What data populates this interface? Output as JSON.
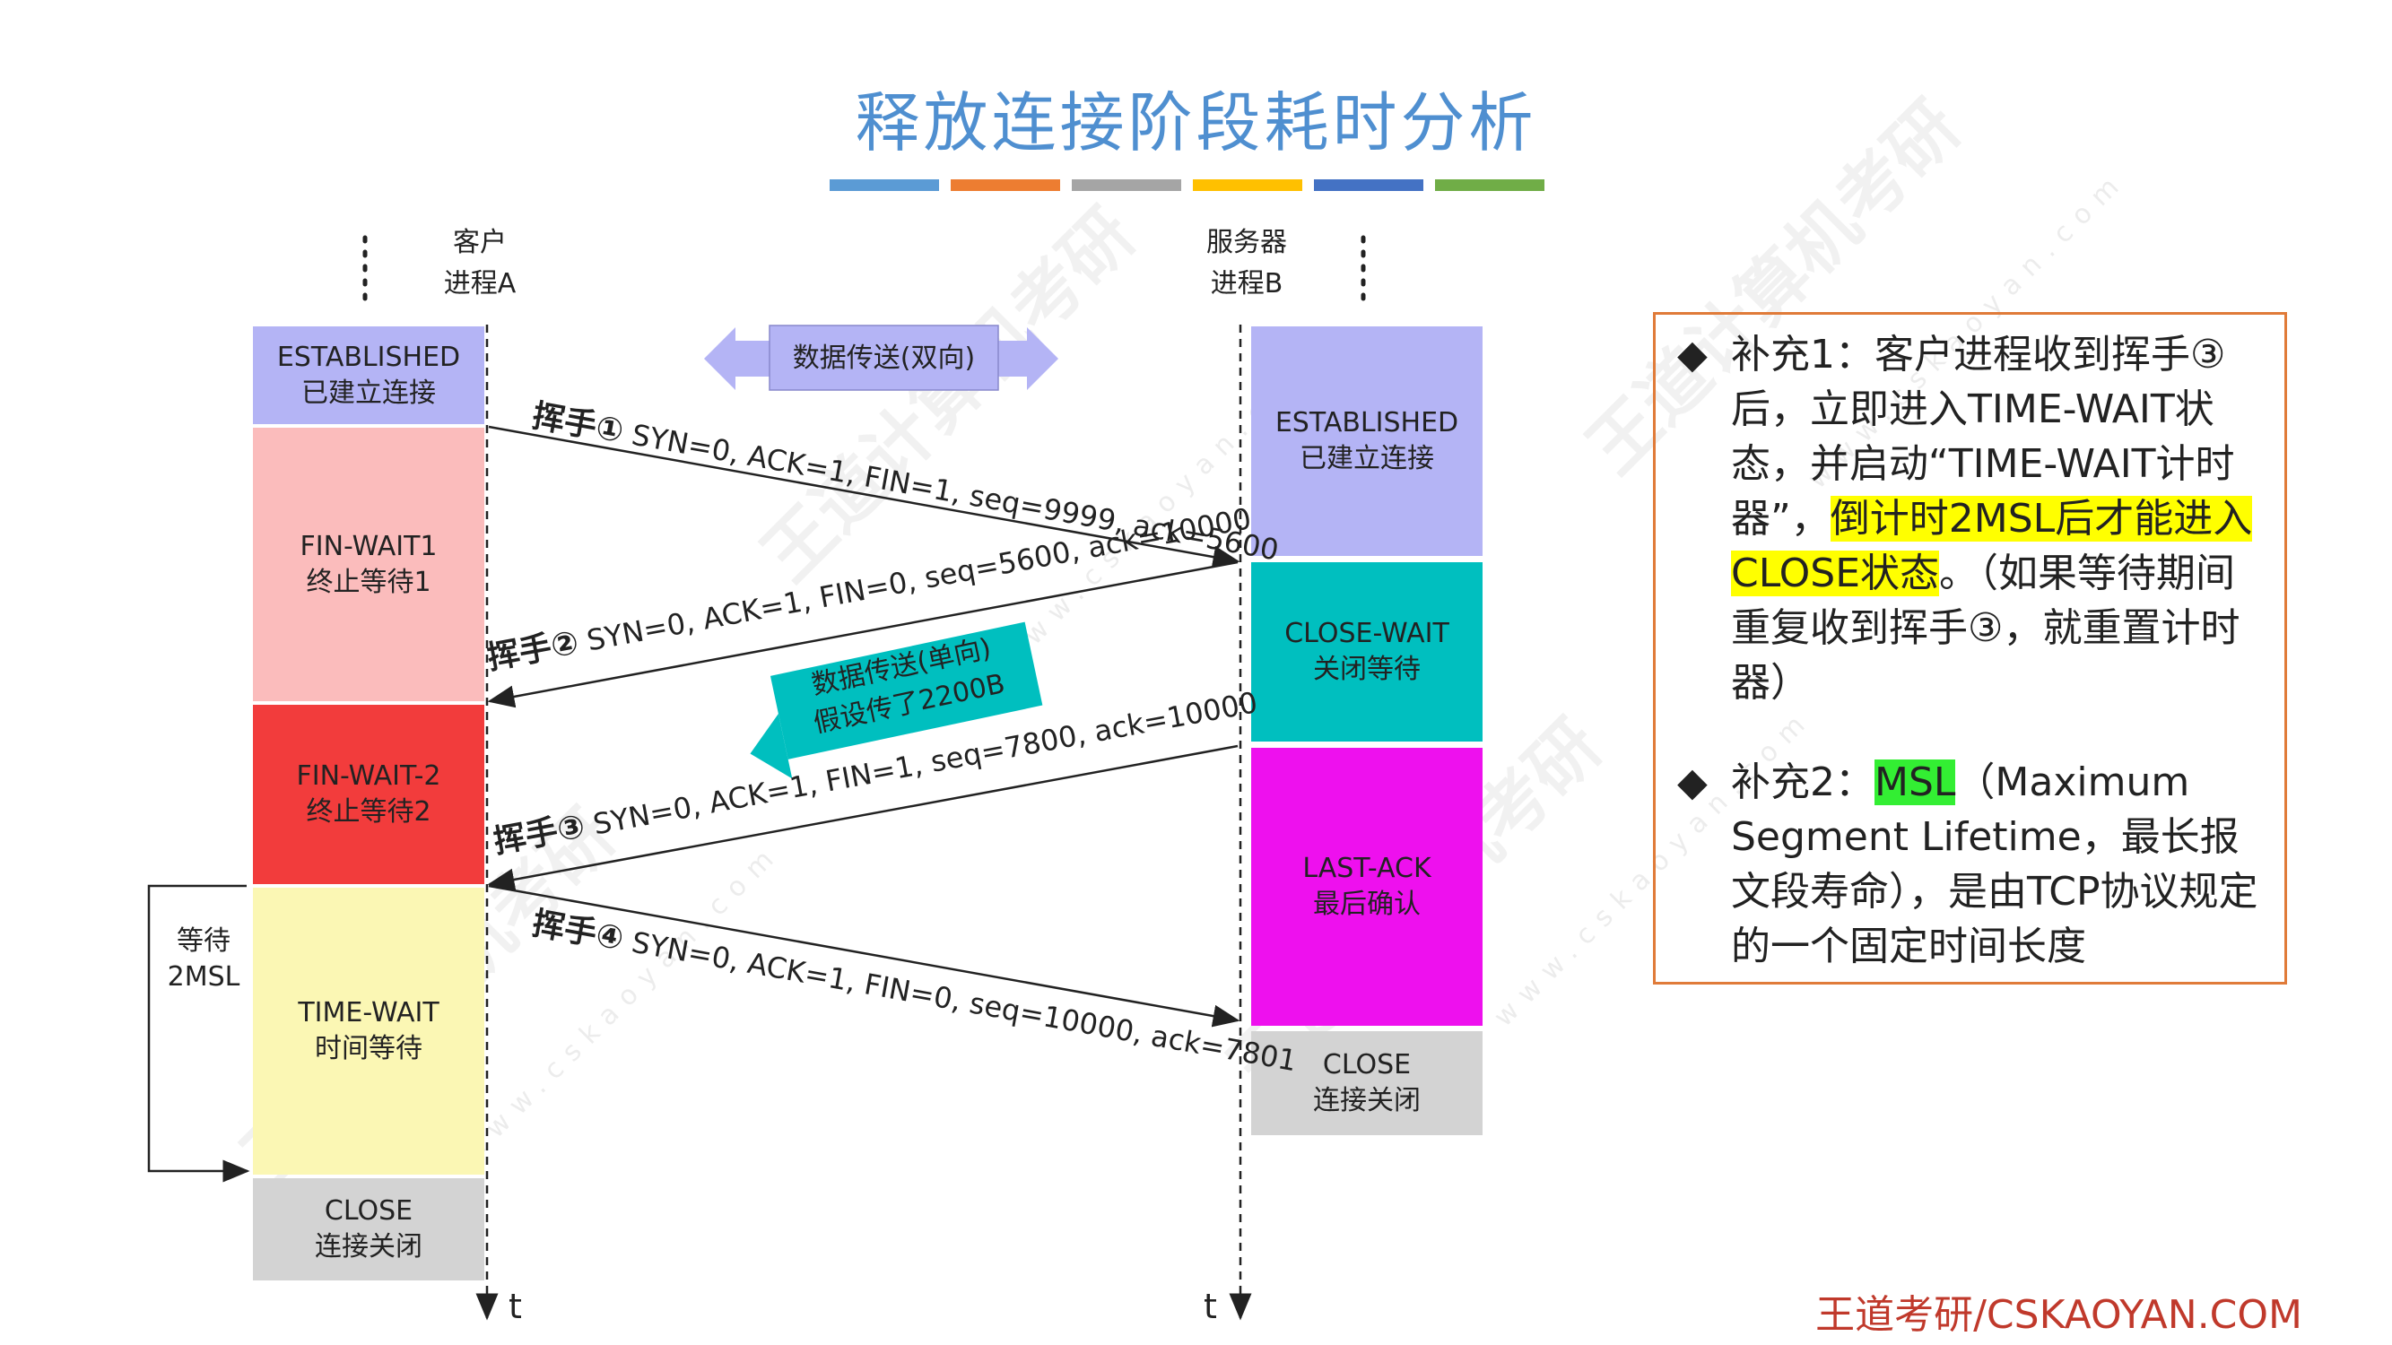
{
  "title": "释放连接阶段耗时分析",
  "accent_bars": [
    "#5b9bd5",
    "#ed7d31",
    "#a5a5a5",
    "#ffc000",
    "#4472c4",
    "#70ad47"
  ],
  "client": {
    "label_line1": "客户",
    "label_line2": "进程A",
    "axis_label": "t"
  },
  "server": {
    "label_line1": "服务器",
    "label_line2": "进程B",
    "axis_label": "t"
  },
  "client_states": [
    {
      "line1": "ESTABLISHED",
      "line2": "已建立连接",
      "color": "#b4b4f5"
    },
    {
      "line1": "FIN-WAIT1",
      "line2": "终止等待1",
      "color": "#fbbcbc"
    },
    {
      "line1": "FIN-WAIT-2",
      "line2": "终止等待2",
      "color": "#f23c3c"
    },
    {
      "line1": "TIME-WAIT",
      "line2": "时间等待",
      "color": "#fbf7b4"
    },
    {
      "line1": "CLOSE",
      "line2": "连接关闭",
      "color": "#d3d3d3"
    }
  ],
  "server_states": [
    {
      "line1": "ESTABLISHED",
      "line2": "已建立连接",
      "color": "#b4b4f5"
    },
    {
      "line1": "CLOSE-WAIT",
      "line2": "关闭等待",
      "color": "#00bfbf"
    },
    {
      "line1": "LAST-ACK",
      "line2": "最后确认",
      "color": "#ee10ee"
    },
    {
      "line1": "CLOSE",
      "line2": "连接关闭",
      "color": "#d3d3d3"
    }
  ],
  "data_transfer_bi": "数据传送(双向)",
  "data_transfer_uni": {
    "line1": "数据传送(单向)",
    "line2": "假设传了2200B"
  },
  "wait_label": {
    "line1": "等待",
    "line2": "2MSL"
  },
  "handshakes": [
    {
      "tag": "挥手①",
      "text": "SYN=0, ACK=1, FIN=1, seq=9999, ack=5600"
    },
    {
      "tag": "挥手②",
      "text": "SYN=0, ACK=1, FIN=0, seq=5600, ack=10000"
    },
    {
      "tag": "挥手③",
      "text": "SYN=0, ACK=1, FIN=1, seq=7800, ack=10000"
    },
    {
      "tag": "挥手④",
      "text": "SYN=0, ACK=1, FIN=0, seq=10000, ack=7801"
    }
  ],
  "note": {
    "p1_pre": "补充1：客户进程收到挥手③后，立即进入TIME-WAIT状态，并启动“TIME-WAIT计时器”，",
    "p1_hl": "倒计时2MSL后才能进入CLOSE状态",
    "p1_post": "。（如果等待期间重复收到挥手③，就重置计时器）",
    "p2_pre": "补充2：",
    "p2_hl": "MSL",
    "p2_post": "（Maximum Segment Lifetime，最长报文段寿命），是由TCP协议规定的一个固定时间长度"
  },
  "footer": "王道考研/CSKAOYAN.COM"
}
